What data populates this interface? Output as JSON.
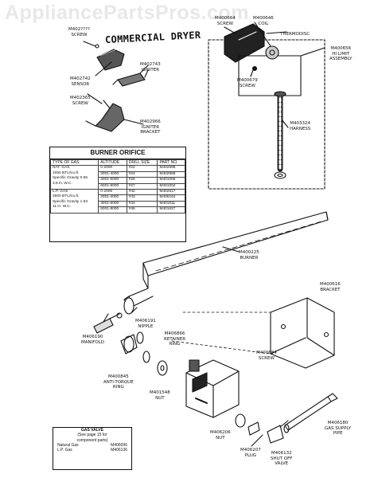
{
  "watermark": "AppliancePartsPros.com",
  "title": "COMMERCIAL DRYER",
  "labels": {
    "screw_top": [
      "M402????",
      "SCREW"
    ],
    "sensor": [
      "M402742",
      "SENSOR"
    ],
    "igniter": [
      "M402743",
      "IGNITER"
    ],
    "screw_left": [
      "M402365",
      "SCREW"
    ],
    "igniter_bracket": [
      "M402966",
      "IGNITER",
      "BRACKET"
    ],
    "screw_topright": [
      "M400664",
      "SCREW"
    ],
    "coil": [
      "M400646",
      "COIL"
    ],
    "thermodisc": [
      "THERMODISC"
    ],
    "hi_limit": [
      "M400656",
      "HI LIMIT",
      "ASSEMBLY"
    ],
    "screw_right": [
      "M400679",
      "SCREW"
    ],
    "harness": [
      "M403324",
      "HARNESS"
    ],
    "burner": [
      "M400225",
      "BURNER"
    ],
    "bracket": [
      "M400616",
      "BRACKET"
    ],
    "manifold": [
      "M406190",
      "MANIFOLD"
    ],
    "nipple": [
      "M406191",
      "NIPPLE"
    ],
    "retainer": [
      "M406866",
      "RETAINER",
      "RING"
    ],
    "screw_bracket": [
      "M400684",
      "SCREW"
    ],
    "anti_torque": [
      "M400845",
      "ANTI-TORQUE",
      "RING"
    ],
    "nut": [
      "M401548",
      "NUT"
    ],
    "nut_bottom": [
      "M406206",
      "NUT"
    ],
    "plug": [
      "M406207",
      "PLUG"
    ],
    "shutoff": [
      "M406132",
      "SHUT OFF",
      "VALVE"
    ],
    "supply_pipe": [
      "M406180",
      "GAS SUPPLY",
      "PIPE"
    ]
  },
  "orifice_table": {
    "title": "BURNER ORIFICE",
    "headers": [
      "TYPE OF GAS",
      "ALTITUDE",
      "DRILL SIZE",
      "PART NO."
    ],
    "groups": [
      {
        "type": [
          "NAT. GAS",
          "1050 BTU/cu.ft.",
          "Specific Gravity 0.65",
          "3.5 in. W.C."
        ],
        "rows": [
          [
            "0-2000",
            "#22",
            "M402598"
          ],
          [
            "2001-4000",
            "#24",
            "M402586"
          ],
          [
            "4001-6000",
            "#26",
            "M401005"
          ],
          [
            "6001-8000",
            "#27",
            "M401004"
          ]
        ]
      },
      {
        "type": [
          "L.P. GAS",
          "2500 BTU/cu.ft.",
          "Specific Gravity 1.53",
          "11 in. W.C."
        ],
        "rows": [
          [
            "0-2000",
            "#42",
            "M402617"
          ],
          [
            "2001-4000",
            "#43",
            "M406164"
          ],
          [
            "4001-6000",
            "#44",
            "M401611"
          ],
          [
            "6001-8000",
            "#45",
            "M401627"
          ]
        ]
      }
    ]
  },
  "gas_valve": {
    "title": "GAS VALVE",
    "note": [
      "(See page 15 for",
      "component parts)"
    ],
    "rows": [
      {
        "gas": "Natural Gas",
        "part": "M406096"
      },
      {
        "gas": "L.P. Gas",
        "part": "M406136"
      }
    ]
  }
}
